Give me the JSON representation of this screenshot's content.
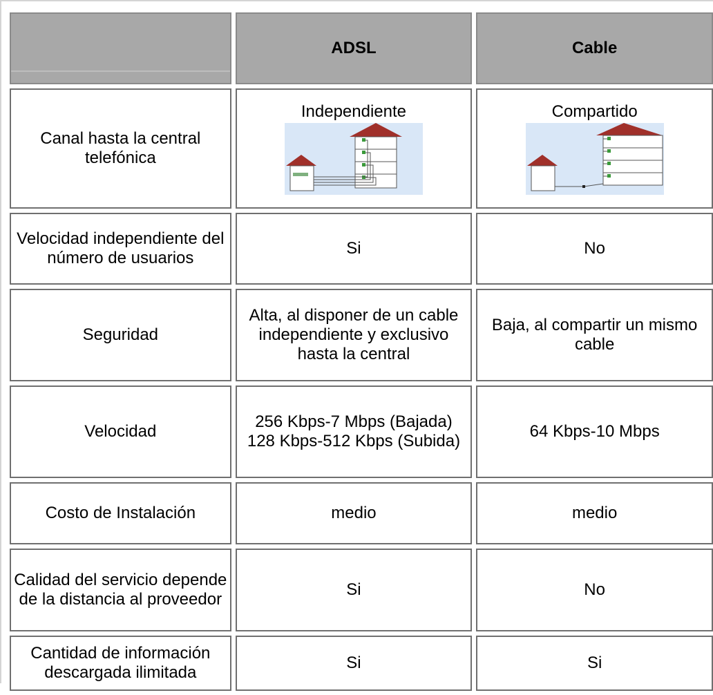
{
  "table": {
    "header": {
      "corner": "",
      "adsl": "ADSL",
      "cable": "Cable"
    },
    "rows": [
      {
        "label": "Canal hasta la central telefónica",
        "adsl": "Independiente",
        "cable": "Compartido"
      },
      {
        "label": "Velocidad independiente del número de usuarios",
        "adsl": "Si",
        "cable": "No"
      },
      {
        "label": "Seguridad",
        "adsl": "Alta, al disponer de un cable independiente y exclusivo hasta la central",
        "cable": "Baja, al compartir un mismo cable"
      },
      {
        "label": "Velocidad",
        "adsl": "256 Kbps-7 Mbps (Bajada) 128 Kbps-512 Kbps (Subida)",
        "cable": "64 Kbps-10 Mbps"
      },
      {
        "label": "Costo de Instalación",
        "adsl": "medio",
        "cable": "medio"
      },
      {
        "label": "Calidad del servicio depende de la distancia al proveedor",
        "adsl": "Si",
        "cable": "No"
      },
      {
        "label": "Cantidad de información descargada ilimitada",
        "adsl": "Si",
        "cable": "Si"
      }
    ]
  },
  "colors": {
    "header_bg": "#a8a8a8",
    "roof": "#a0302a",
    "diagram_bg": "#d9e7f7",
    "connector": "#3a9a3a"
  },
  "icons": {
    "adsl_diagram": "adsl-independent-lines-diagram",
    "cable_diagram": "cable-shared-line-diagram"
  }
}
